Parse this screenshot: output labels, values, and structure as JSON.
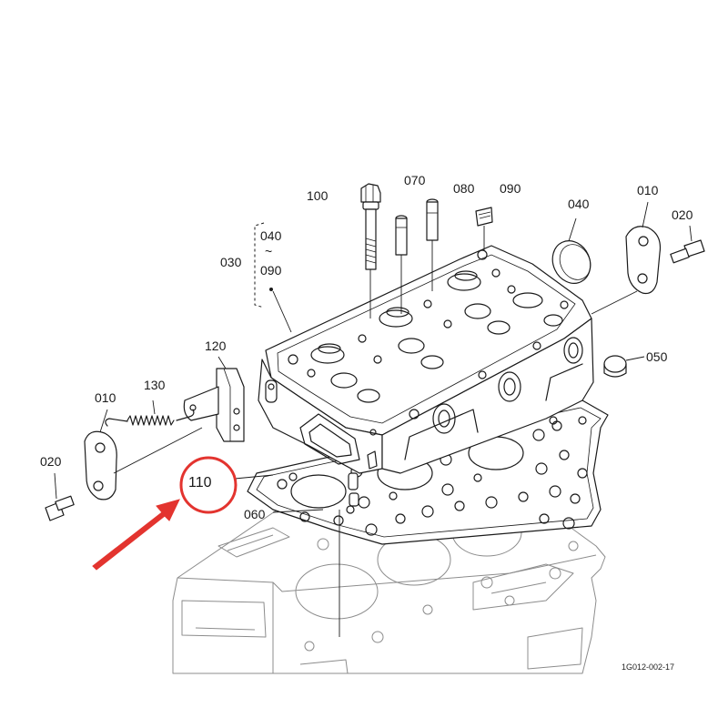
{
  "callouts": {
    "c100": "100",
    "c070": "070",
    "c080": "080",
    "c090": "090",
    "c040": "040",
    "c010_right": "010",
    "c020_right": "020",
    "c030": "030",
    "c030_from": "040",
    "c030_tilde": "~",
    "c030_to": "090",
    "c120": "120",
    "c130": "130",
    "c010_left": "010",
    "c020_left": "020",
    "c050": "050",
    "c110": "110",
    "c060": "060"
  },
  "drawing_code": "1G012-002-17",
  "highlight": {
    "color": "#e3342f",
    "target": "110"
  }
}
